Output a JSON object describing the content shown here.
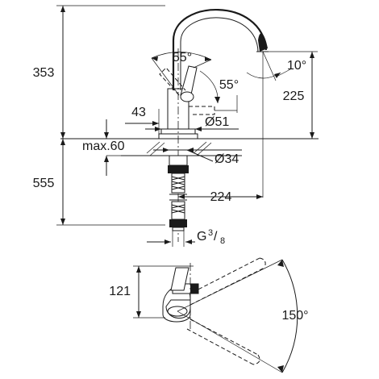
{
  "dimensions": {
    "total_height": "353",
    "spout_height": "225",
    "below_counter": "555",
    "spout_reach": "224",
    "swivel_angle": "10°",
    "lever_angle_top": "55°",
    "lever_angle_side": "55°",
    "lever_offset": "43",
    "body_diameter": "Ø51",
    "hole_diameter": "Ø34",
    "max_counter_label": "max.60",
    "connection_thread_prefix": "G",
    "connection_thread_num": "3",
    "connection_thread_den": "8",
    "plan_depth": "121",
    "plan_angle": "150°"
  }
}
